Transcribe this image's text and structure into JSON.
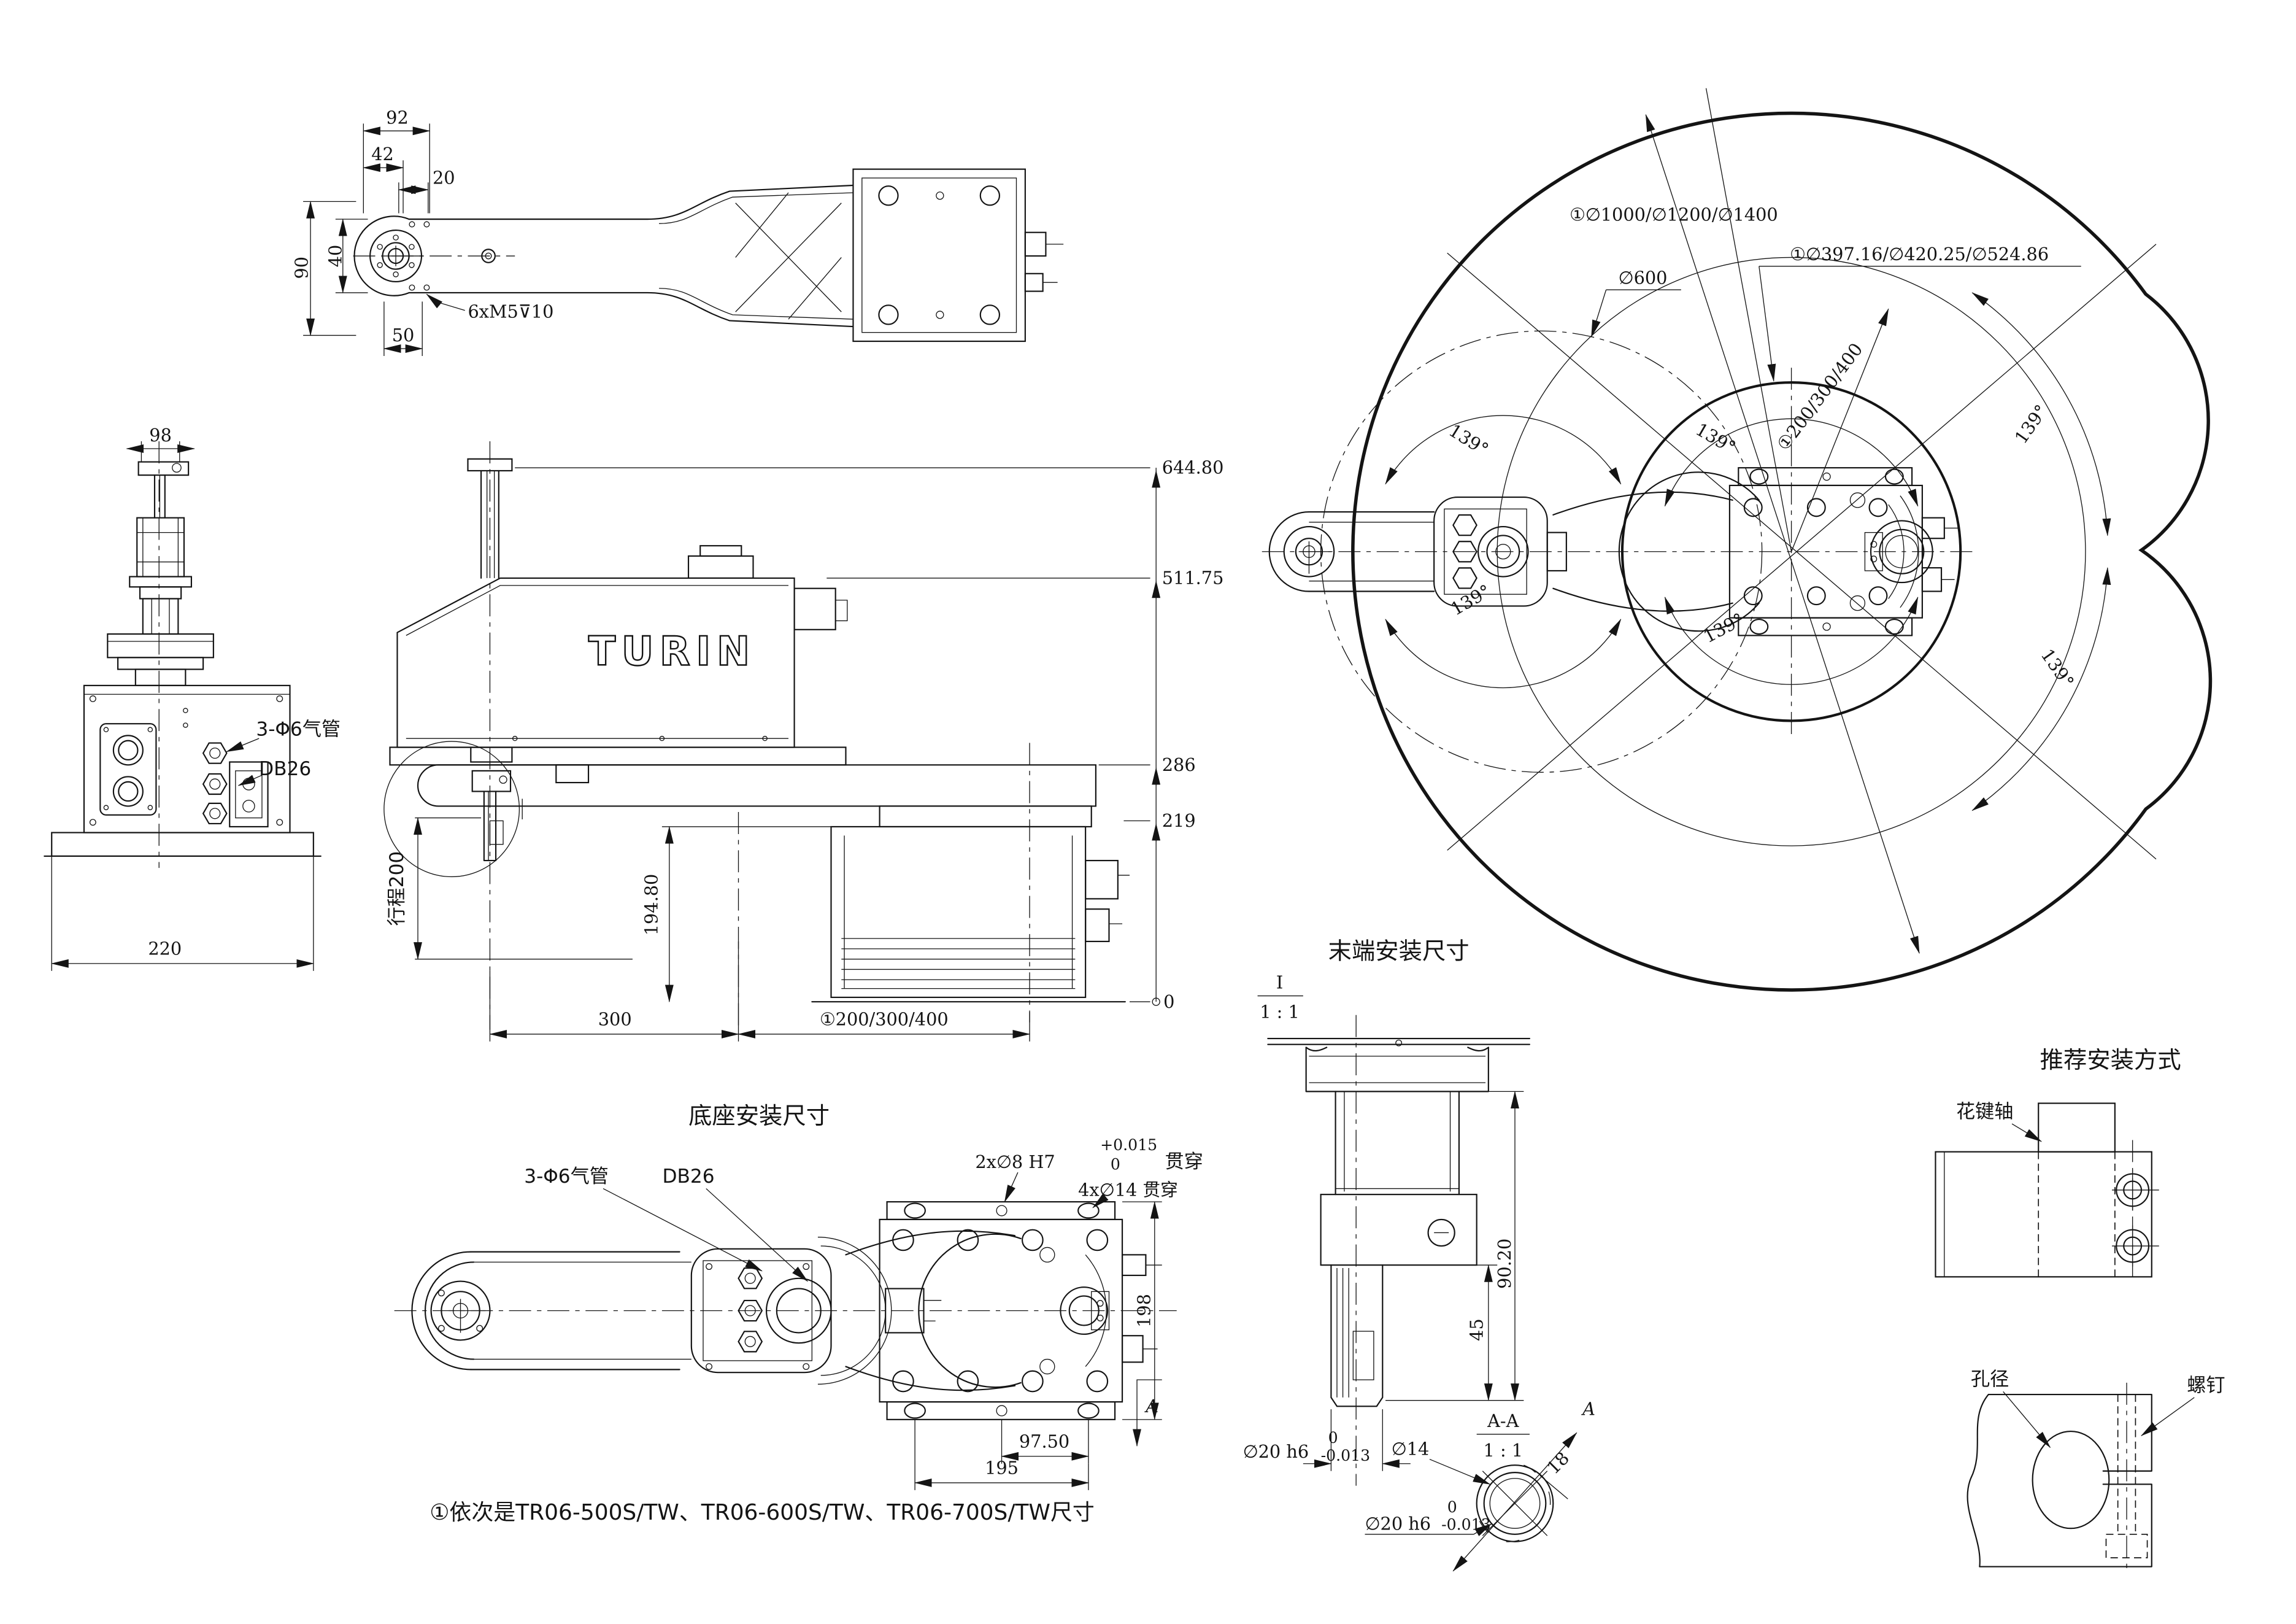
{
  "colors": {
    "ink": "#141414",
    "paper": "#ffffff"
  },
  "views": {
    "arm_top": {
      "d92": "92",
      "d42": "42",
      "d20": "20",
      "d90": "90",
      "d40": "40",
      "d50": "50",
      "thread": "6xM5⊽10"
    },
    "side": {
      "d98": "98",
      "d220": "220",
      "air_label": "3-Φ6气管",
      "db_label": "DB26"
    },
    "front": {
      "brand": "TURIN",
      "ord": [
        "644.80",
        "511.75",
        "286",
        "219",
        "0"
      ],
      "stroke_label": "行程200",
      "d194": "194.80",
      "d300": "300",
      "link_var": "①200/300/400"
    },
    "envelope": {
      "outer_dia": "①∅1000/∅1200/∅1400",
      "inner_dia": "①∅397.16/∅420.25/∅524.86",
      "mid_dia": "∅600",
      "link_var": "①200/300/400",
      "angle": "139°"
    },
    "base_mount": {
      "title": "底座安装尺寸",
      "dowel_callout": "2x∅8 H7",
      "tol_plus": "+0.015",
      "tol_zero": "0",
      "thru": "贯穿",
      "bolt_callout": "4x∅14 贯穿",
      "d198": "198",
      "d97_50": "97.50",
      "d195": "195",
      "air_label": "3-Φ6气管",
      "db_label": "DB26",
      "section_mark": "A"
    },
    "end_mount": {
      "title": "末端安装尺寸",
      "detail_mark": "I",
      "detail_scale": "1 : 1",
      "d45": "45",
      "d90_20": "90.20",
      "shaft_callout": "∅20 h6",
      "tol_zero": "0",
      "tol_minus": "-0.013",
      "section_title": "A-A",
      "section_scale": "1 : 1",
      "d14": "∅14",
      "d18": "18",
      "section_mark": "A"
    },
    "install": {
      "title": "推荐安装方式",
      "spline_label": "花键轴",
      "bore_label": "孔径",
      "screw_label": "螺钉"
    },
    "note": "①依次是TR06-500S/TW、TR06-600S/TW、TR06-700S/TW尺寸"
  }
}
